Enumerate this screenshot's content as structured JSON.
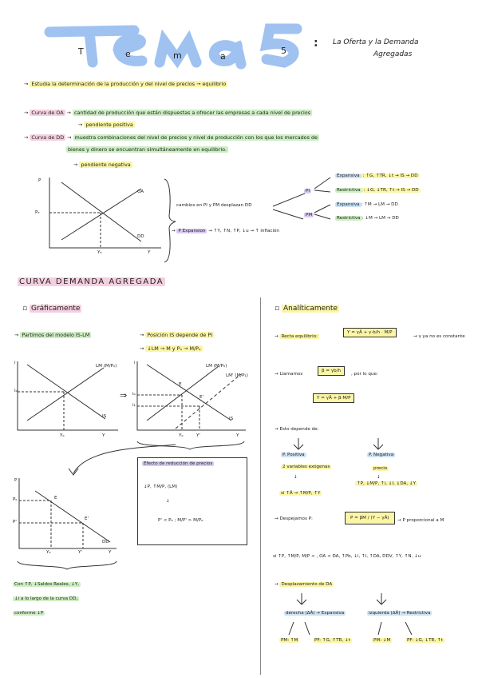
{
  "header": {
    "tema_letters": [
      "T",
      "e",
      "m",
      "a",
      "5"
    ],
    "colon": ":",
    "subtitle_line1": "La Oferta y la Demanda",
    "subtitle_line2": "Agregadas",
    "tema_brush_color": "#8fb8ee"
  },
  "intro": {
    "line1": "Estudia la determinación de la producción y del nivel de precios → equilibrio",
    "oa_label": "Curva de OA",
    "oa_text": "cantidad de producción que están dispuestas a ofrecer las empresas a cada nivel de precios",
    "oa_slope": "pendiente positiva",
    "dd_label": "Curva de DD",
    "dd_text_1": "muestra combinaciones del nivel de precios y nivel de producción con los que los mercados de",
    "dd_text_2": "bienes y dinero se encuentran simultáneamente en equilibrio.",
    "dd_slope": "pendiente negativa"
  },
  "graph1": {
    "p": "P",
    "pe": "Pₑ",
    "oa": "OA",
    "dd": "DD",
    "ye": "Yₑ",
    "y": "Y"
  },
  "changes": {
    "main": "cambios en PI y PM desplazan DD",
    "pi": "PI",
    "pm": "PM",
    "pi_exp_label": "Expansiva",
    "pi_exp_text": ": ↑G, ↑TR, ↓t → IS → DD",
    "pi_res_label": "Restrictiva",
    "pi_res_text": ": ↓G, ↓TR, ↑t → IS → DD",
    "pm_exp_label": "Expansiva",
    "pm_exp_text": ": ↑M → LM → DD",
    "pm_res_label": "Restrictiva",
    "pm_res_text": ": ↓M → LM → DD",
    "expansion_label": "P Expansion",
    "expansion_text": "→ ↑Y, ↑N, ↑P, ↓u → ↑ inflación"
  },
  "section": {
    "title": "CURVA DEMANDA AGREGADA",
    "left_head": "Gráficamente",
    "right_head": "Analíticamente"
  },
  "left": {
    "partimos": "Partimos del modelo IS-LM",
    "pos1": "Posición IS depende de PI",
    "pos2": "↓LM → M y Pₒ → M/Pₒ",
    "g2": {
      "i": "i",
      "lm": "LM (M/Pₒ)",
      "io": "iₒ",
      "is": "IS",
      "yo": "Yₒ",
      "y": "Y"
    },
    "g3": {
      "i": "i",
      "lm1": "LM (M/Pₒ)",
      "lm2": "LM' (M/P₁)",
      "e": "E",
      "e2": "E'",
      "io": "iₒ",
      "i1": "i₁",
      "is": "IS",
      "yo": "Yₒ",
      "y1": "Y'",
      "y": "Y"
    },
    "effect_title": "Efecto de reducción de precios",
    "effect_1": "↓P, ↑M/P, (LM)",
    "effect_2": "P' < Pₒ ; M/P' > M/Pₒ",
    "g4": {
      "p": "P",
      "po": "Pₒ",
      "p1": "P'",
      "e": "E",
      "e2": "E'",
      "dd": "DD",
      "yo": "Yₒ",
      "y1": "Y'",
      "y": "Y"
    },
    "conclusion_1": "Con ↑P, ↓Saldos Reales, ↓Y,",
    "conclusion_2": "↓i a lo largo de la curva DD,",
    "conclusion_3": "conforme ↓P"
  },
  "right": {
    "recta": "Recta equilibrio:",
    "eq": "Y = γĀ + γ·b/h · M/P",
    "eq_note": "γ ya no es constante",
    "llamamos": "Llamamos",
    "beta": "β = γb/h",
    "por_lo": ", por lo que:",
    "eq2": "Y = γĀ + β·M/P",
    "depende": "Esto depende de:",
    "pos_label": "P. Positiva",
    "pos_text": "2 variables exógenas",
    "pos_effect": "si ↑Ā → ↑M/P, ↑Y",
    "neg_label": "P. Negativa",
    "neg_precio": "precio",
    "neg_effect": "↑P, ↓M/P, ↑i, ↓I, ↓DA, ↓Y",
    "despejamos": "Despejamos P:",
    "eq3": "P = βM / (Y − γĀ)",
    "eq3_note": "P proporcional a M",
    "si_line": "si ↑P, ↑M/P, M/P < , OA < DA, ↑Pb, ↓i, ↑I, ↑DA, DDV, ↑Y, ↑N, ↓u",
    "desplazamiento": "Desplazamiento de DA",
    "derecha": "derecha (ΔĀ) → Expansiva",
    "izquierda": "izquierda (ΔĀ) → Restrictiva",
    "pm1": "PM: ↑M",
    "pf1": "PF: ↑G, ↑TR, ↓t",
    "pm2": "PM: ↓M",
    "pf2": "PF: ↓G, ↓TR, ↑t"
  }
}
